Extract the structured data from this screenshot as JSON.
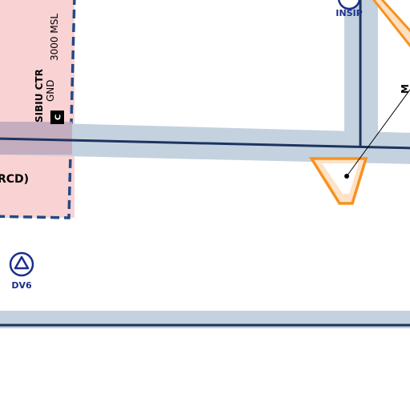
{
  "map": {
    "colors": {
      "background": "#ffffff",
      "airway_band": "#c4d2df",
      "airway_line": "#1d3461",
      "ctr_fill": "#f9d2d4",
      "ctr_border": "#244a85",
      "restricted_orange": "#f7921e",
      "waypoint_blue": "#1b2f8c"
    },
    "ctr": {
      "name": "SIBIU CTR",
      "upper_limit": "3000 MSL",
      "lower_limit": "GND",
      "airspace_class": "C",
      "partial_label": "RCD)"
    },
    "waypoints": [
      {
        "id": "INSIP",
        "icon": "triangle-waypoint-icon"
      },
      {
        "id": "DV6",
        "icon": "triangle-waypoint-icon"
      }
    ],
    "restricted_area": {
      "icon": "inverted-triangle-area"
    }
  }
}
